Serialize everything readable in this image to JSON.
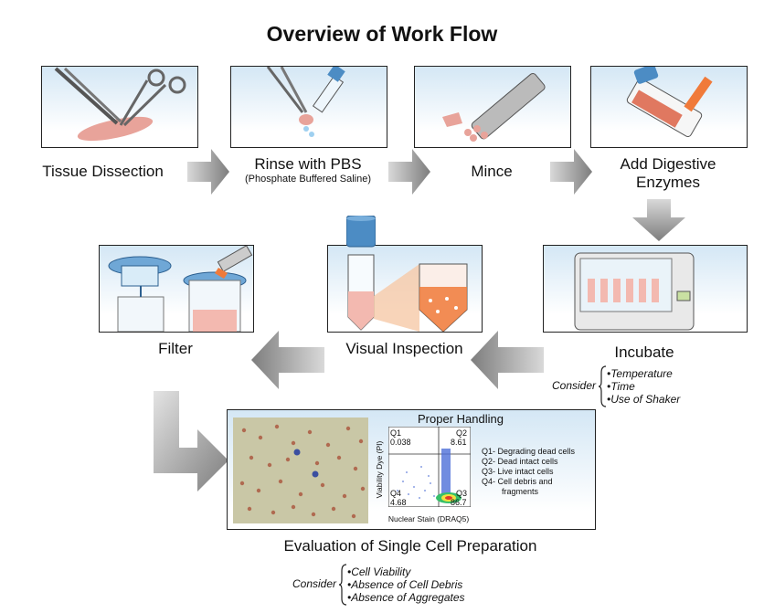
{
  "title": "Overview of Work Flow",
  "steps": {
    "dissection": "Tissue Dissection",
    "rinse": "Rinse with PBS",
    "rinse_sub": "(Phosphate Buffered Saline)",
    "mince": "Mince",
    "digest_line1": "Add Digestive",
    "digest_line2": "Enzymes",
    "incubate": "Incubate",
    "inspection": "Visual Inspection",
    "filter": "Filter",
    "evaluation": "Evaluation of Single Cell Preparation"
  },
  "incubate_consider": {
    "label": "Consider",
    "items": [
      "•Temperature",
      "•Time",
      "•Use of Shaker"
    ]
  },
  "evaluation_consider": {
    "label": "Consider",
    "items": [
      "•Cell Viability",
      "•Absence of Cell Debris",
      "•Absence of Aggregates"
    ]
  },
  "evaluation_panel": {
    "heading": "Proper Handling",
    "y_axis": "Viability Dye (PI)",
    "x_axis": "Nuclear Stain (DRAQ5)",
    "q1_label": "Q1",
    "q1_value": "0.038",
    "q2_label": "Q2",
    "q2_value": "8.61",
    "q3_label": "Q3",
    "q3_value": "86.7",
    "q4_label": "Q4",
    "q4_value": "4.68",
    "legend": [
      "Q1- Degrading dead cells",
      "Q2- Dead intact cells",
      "Q3- Live intact cells",
      "Q4- Cell debris and",
      "fragments"
    ]
  },
  "colors": {
    "arrow": "#8a8a8a",
    "panel_bg": "#d4e7f5",
    "tissue": "#e8a39a",
    "orange": "#f07a3a",
    "blue_cap": "#4c8cc4"
  }
}
